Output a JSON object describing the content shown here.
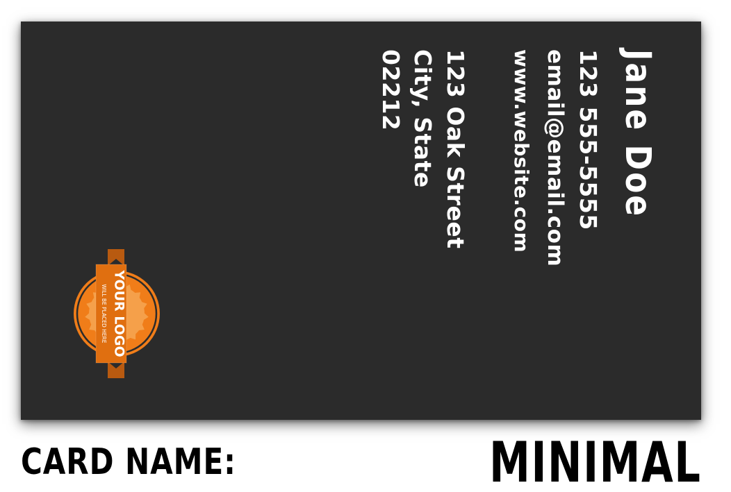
{
  "card": {
    "name": "Jane Doe",
    "phone": "123 555-5555",
    "email": "email@email.com",
    "website": "www.website.com",
    "address_line1": "123 Oak Street",
    "address_line2": "City, State",
    "zip": "02212",
    "background_color": "#2b2b2b"
  },
  "logo": {
    "title": "YOUR LOGO",
    "subtitle": "WILL BE PLACED HERE",
    "color": "#f07d19"
  },
  "footer": {
    "label": "CARD NAME:",
    "value": "MINIMAL"
  }
}
